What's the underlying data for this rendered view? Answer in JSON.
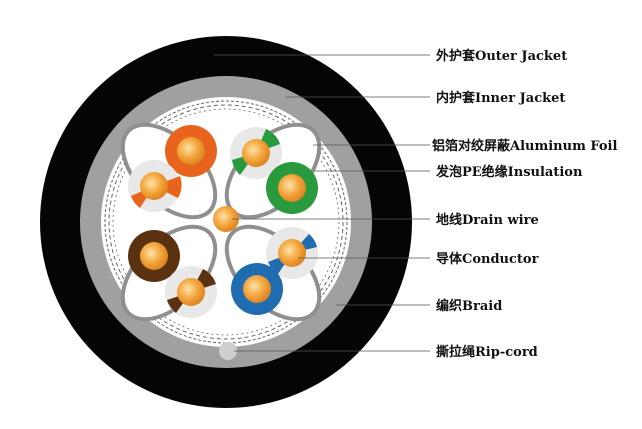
{
  "labels": {
    "outer_jacket": "外护套Outer Jacket",
    "inner_jacket": "内护套Inner Jacket",
    "aluminum_foil": "铝箔对绞屏蔽Aluminum Foil",
    "insulation": "发泡PE绝缘Insulation",
    "drain_wire": "地线Drain wire",
    "conductor": "导体Conductor",
    "braid": "编织Braid",
    "rip_cord": "撕拉绳Rip-cord"
  },
  "colors": {
    "outer_jacket": "#050505",
    "inner_jacket": "#a0a0a0",
    "core_fill": "#ffffff",
    "foil_outline": "#9a9a9a",
    "conductor": "#f0a030",
    "orange": "#e8641c",
    "green": "#2a9a3e",
    "brown": "#5a3212",
    "blue": "#1f6cb0",
    "white_stripe_base": "#e8e8e8",
    "rip_cord": "#cfcfcf",
    "leader_line": "#555555"
  }
}
